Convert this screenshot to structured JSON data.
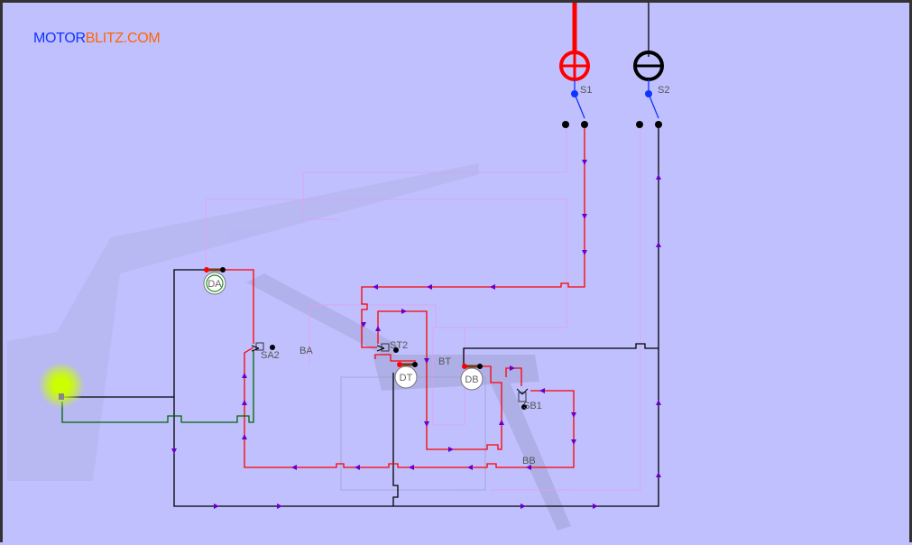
{
  "logo": {
    "part1": "MOTOR",
    "part2": "BLITZ.COM"
  },
  "terminals": [
    {
      "label": "S1",
      "polarity": "plus"
    },
    {
      "label": "S2",
      "polarity": "minus"
    }
  ],
  "motors": [
    "DA",
    "DT",
    "DB"
  ],
  "switches": [
    "SA2",
    "ST2",
    "SB1"
  ],
  "sections": [
    "BA",
    "BT",
    "BB"
  ],
  "colors": {
    "positive": "#ff0000",
    "negative": "#000000",
    "flow": "#6a00c8",
    "lamp": "#ccff00",
    "lamp_wire": "#006600"
  }
}
